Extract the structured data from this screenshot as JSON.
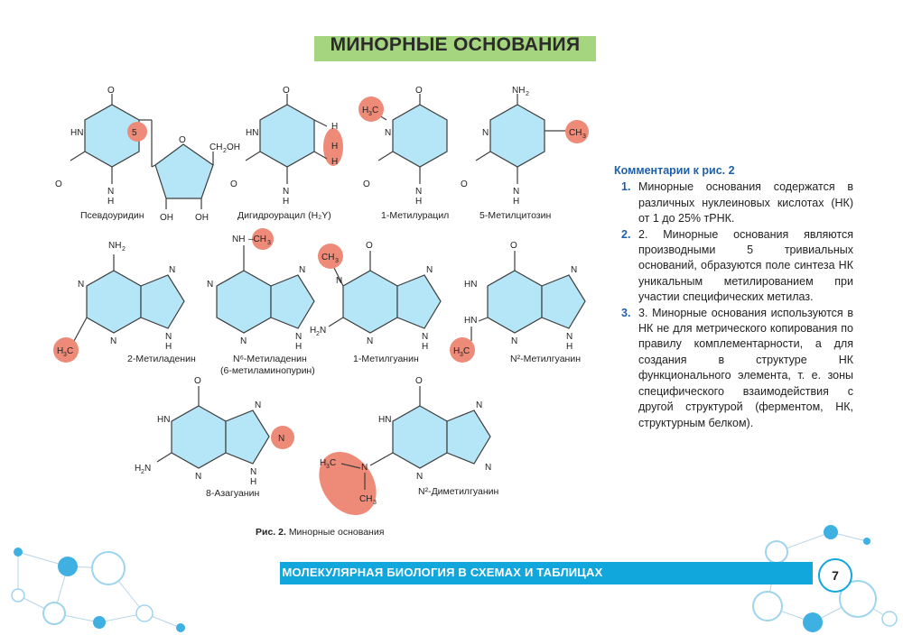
{
  "title": "МИНОРНЫЕ ОСНОВАНИЯ",
  "structures": {
    "pseudouridine": "Псевдоуридин",
    "dihydrouracil": "Дигидроурацил (H₂Y)",
    "methyluracil": "1-Метилурацил",
    "methylcytosine": "5-Метилцитозин",
    "methyladenine2": "2-Метиладенин",
    "methyladenine6_line1": "N⁶-Метиладенин",
    "methyladenine6_line2": "(6-метиламинопурин)",
    "methylguanine1": "1-Метилгуанин",
    "methylguanine2": "N²-Метилгуанин",
    "azaguanine": "8-Азагуанин",
    "dimethylguanine": "N²-Диметилгуанин"
  },
  "comments": {
    "heading": "Комментарии к рис. 2",
    "items": [
      {
        "num": "1.",
        "text": "Минорные основания содержатся в различных нуклеиновых кислотах (НК) от 1 до 25% тРНК."
      },
      {
        "num": "2.",
        "text": "2. Минорные основания являются производными 5 тривиальных оснований, образуются поле синтеза НК уникальным метилированием при участии специфических метилаз."
      },
      {
        "num": "3.",
        "text": "3. Минорные основания используются в НК не для метрического копирования по правилу комплементарности, а для создания в структуре НК функционального элемента, т. е. зоны специфического взаимодействия с другой структурой (ферментом, НК, структурным белком)."
      }
    ]
  },
  "figure_caption": {
    "label": "Рис. 2.",
    "text": "Минорные основания"
  },
  "footer": {
    "text": "МОЛЕКУЛЯРНАЯ БИОЛОГИЯ В СХЕМАХ И ТАБЛИЦАХ",
    "page": "7"
  },
  "colors": {
    "ring_fill": "#b4e6f7",
    "ring_stroke": "#3d3d3d",
    "highlight": "#ee8a78",
    "accent_green": "#a6d57f",
    "accent_blue": "#11a6dc"
  }
}
